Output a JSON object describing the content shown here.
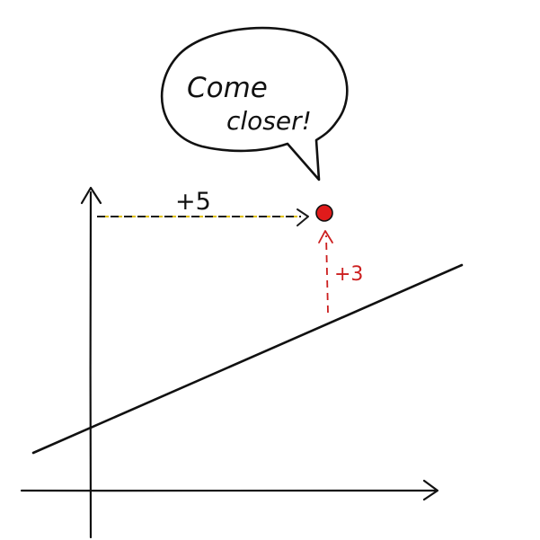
{
  "speech_bubble": {
    "line1": "Come",
    "line2": "closer!"
  },
  "labels": {
    "horizontal_offset": "+5",
    "vertical_offset": "+3"
  },
  "colors": {
    "ink": "#111111",
    "point": "#e01b1b",
    "vertical_arrow": "#cc1f1f",
    "horizontal_arrow_dash_a": "#1a1a1a",
    "horizontal_arrow_dash_b": "#e0c000",
    "label_plus5": "#111111",
    "label_plus3": "#cc1f1f",
    "background": "#ffffff"
  }
}
